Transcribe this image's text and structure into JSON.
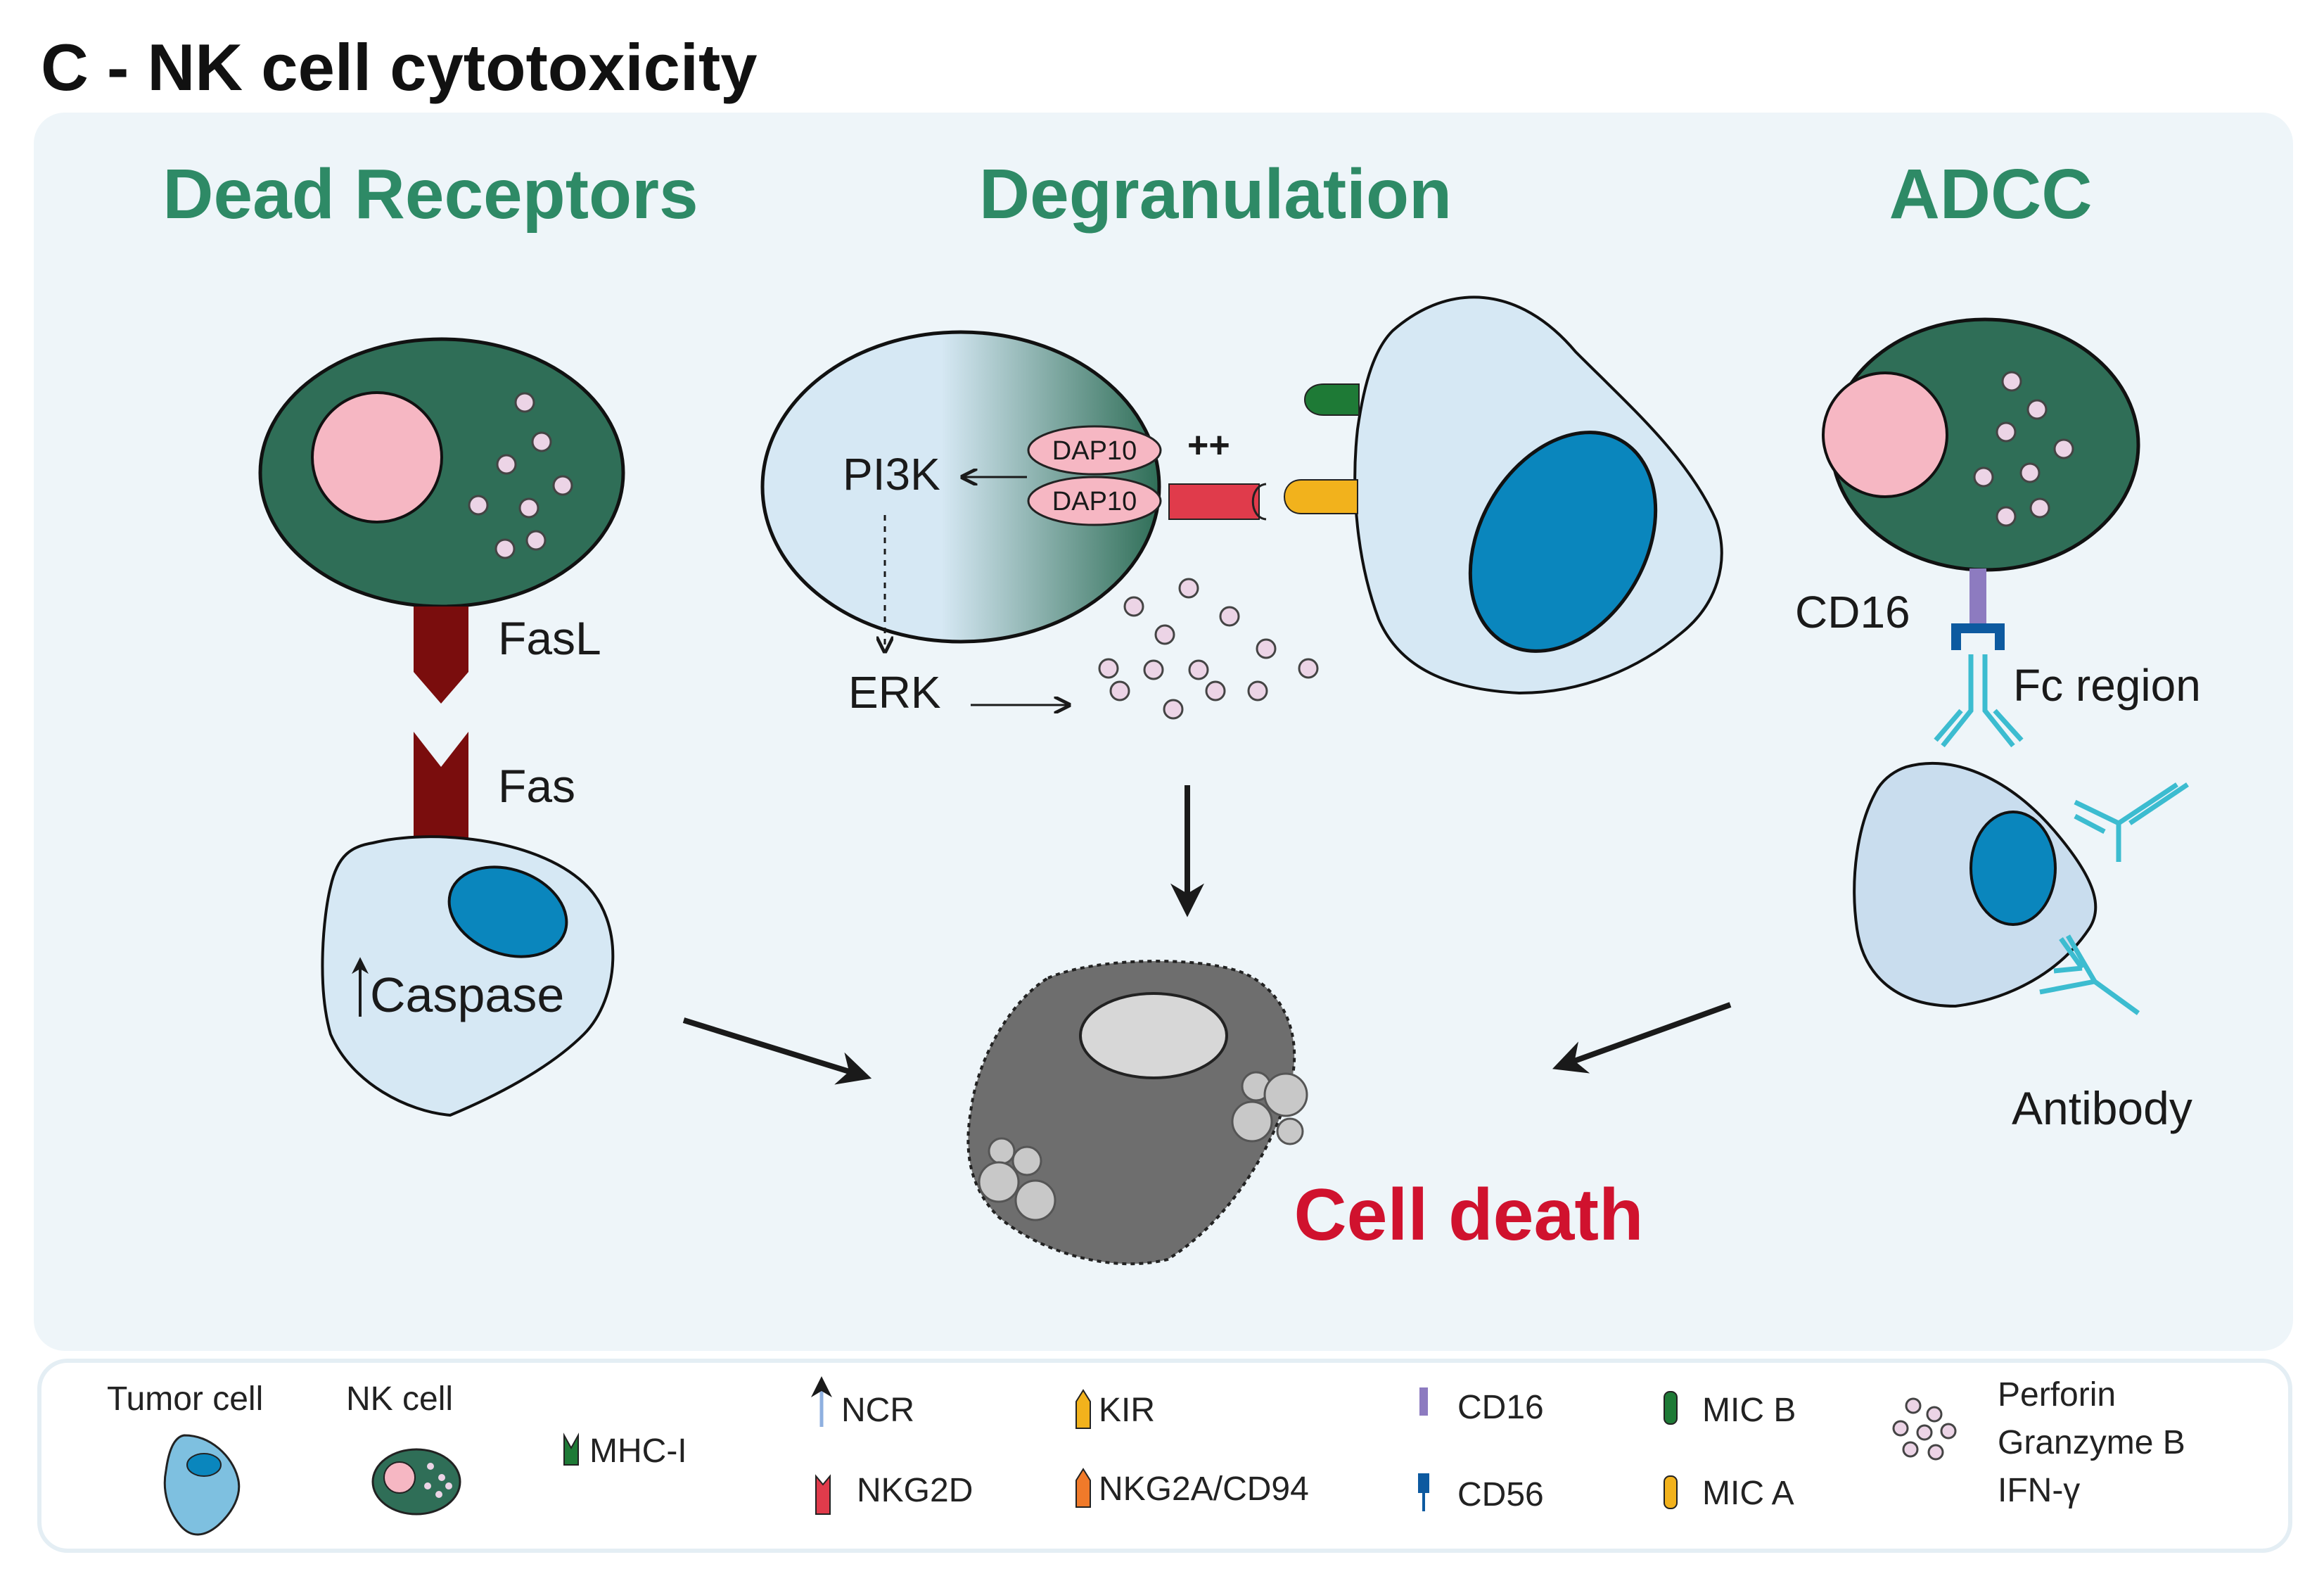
{
  "figure": {
    "title": "C - NK cell cytotoxicity",
    "sections": {
      "dead_receptors": "Dead Receptors",
      "degranulation": "Degranulation",
      "adcc": "ADCC"
    },
    "labels": {
      "fasl": "FasL",
      "fas": "Fas",
      "caspase": "Caspase",
      "pi3k": "PI3K",
      "dap10_top": "DAP10",
      "dap10_bottom": "DAP10",
      "plusplus": "++",
      "erk": "ERK",
      "cd16": "CD16",
      "fc_region": "Fc region",
      "antibody": "Antibody",
      "cell_death": "Cell death"
    }
  },
  "legend": {
    "tumor_cell": "Tumor  cell",
    "nk_cell": "NK cell",
    "mhc_i": "MHC-I",
    "ncr": "NCR",
    "nkg2d": "NKG2D",
    "kir": "KIR",
    "nkg2a_cd94": "NKG2A/CD94",
    "cd16": "CD16",
    "cd56": "CD56",
    "mic_b": "MIC B",
    "mic_a": "MIC A",
    "perforin": "Perforin",
    "granzyme_b": "Granzyme B",
    "ifn_g": "IFN-γ"
  },
  "colors": {
    "nk_green": "#2f6e57",
    "tumor_blue": "#d6e8f4",
    "nucleus_blue": "#0a86bd",
    "nucleus_pink": "#f6b7c3",
    "receptor_red": "#7a0d0d",
    "nkg2d_red": "#e03b4b",
    "mic_a": "#f2b21c",
    "mic_b": "#1e7a36",
    "cd16": "#8d7bc0",
    "cd56": "#0d5aa0",
    "antibody": "#3cbcd0",
    "death_red": "#d0122e",
    "section_green": "#2e8a66",
    "panel_bg": "#eef5f9"
  }
}
